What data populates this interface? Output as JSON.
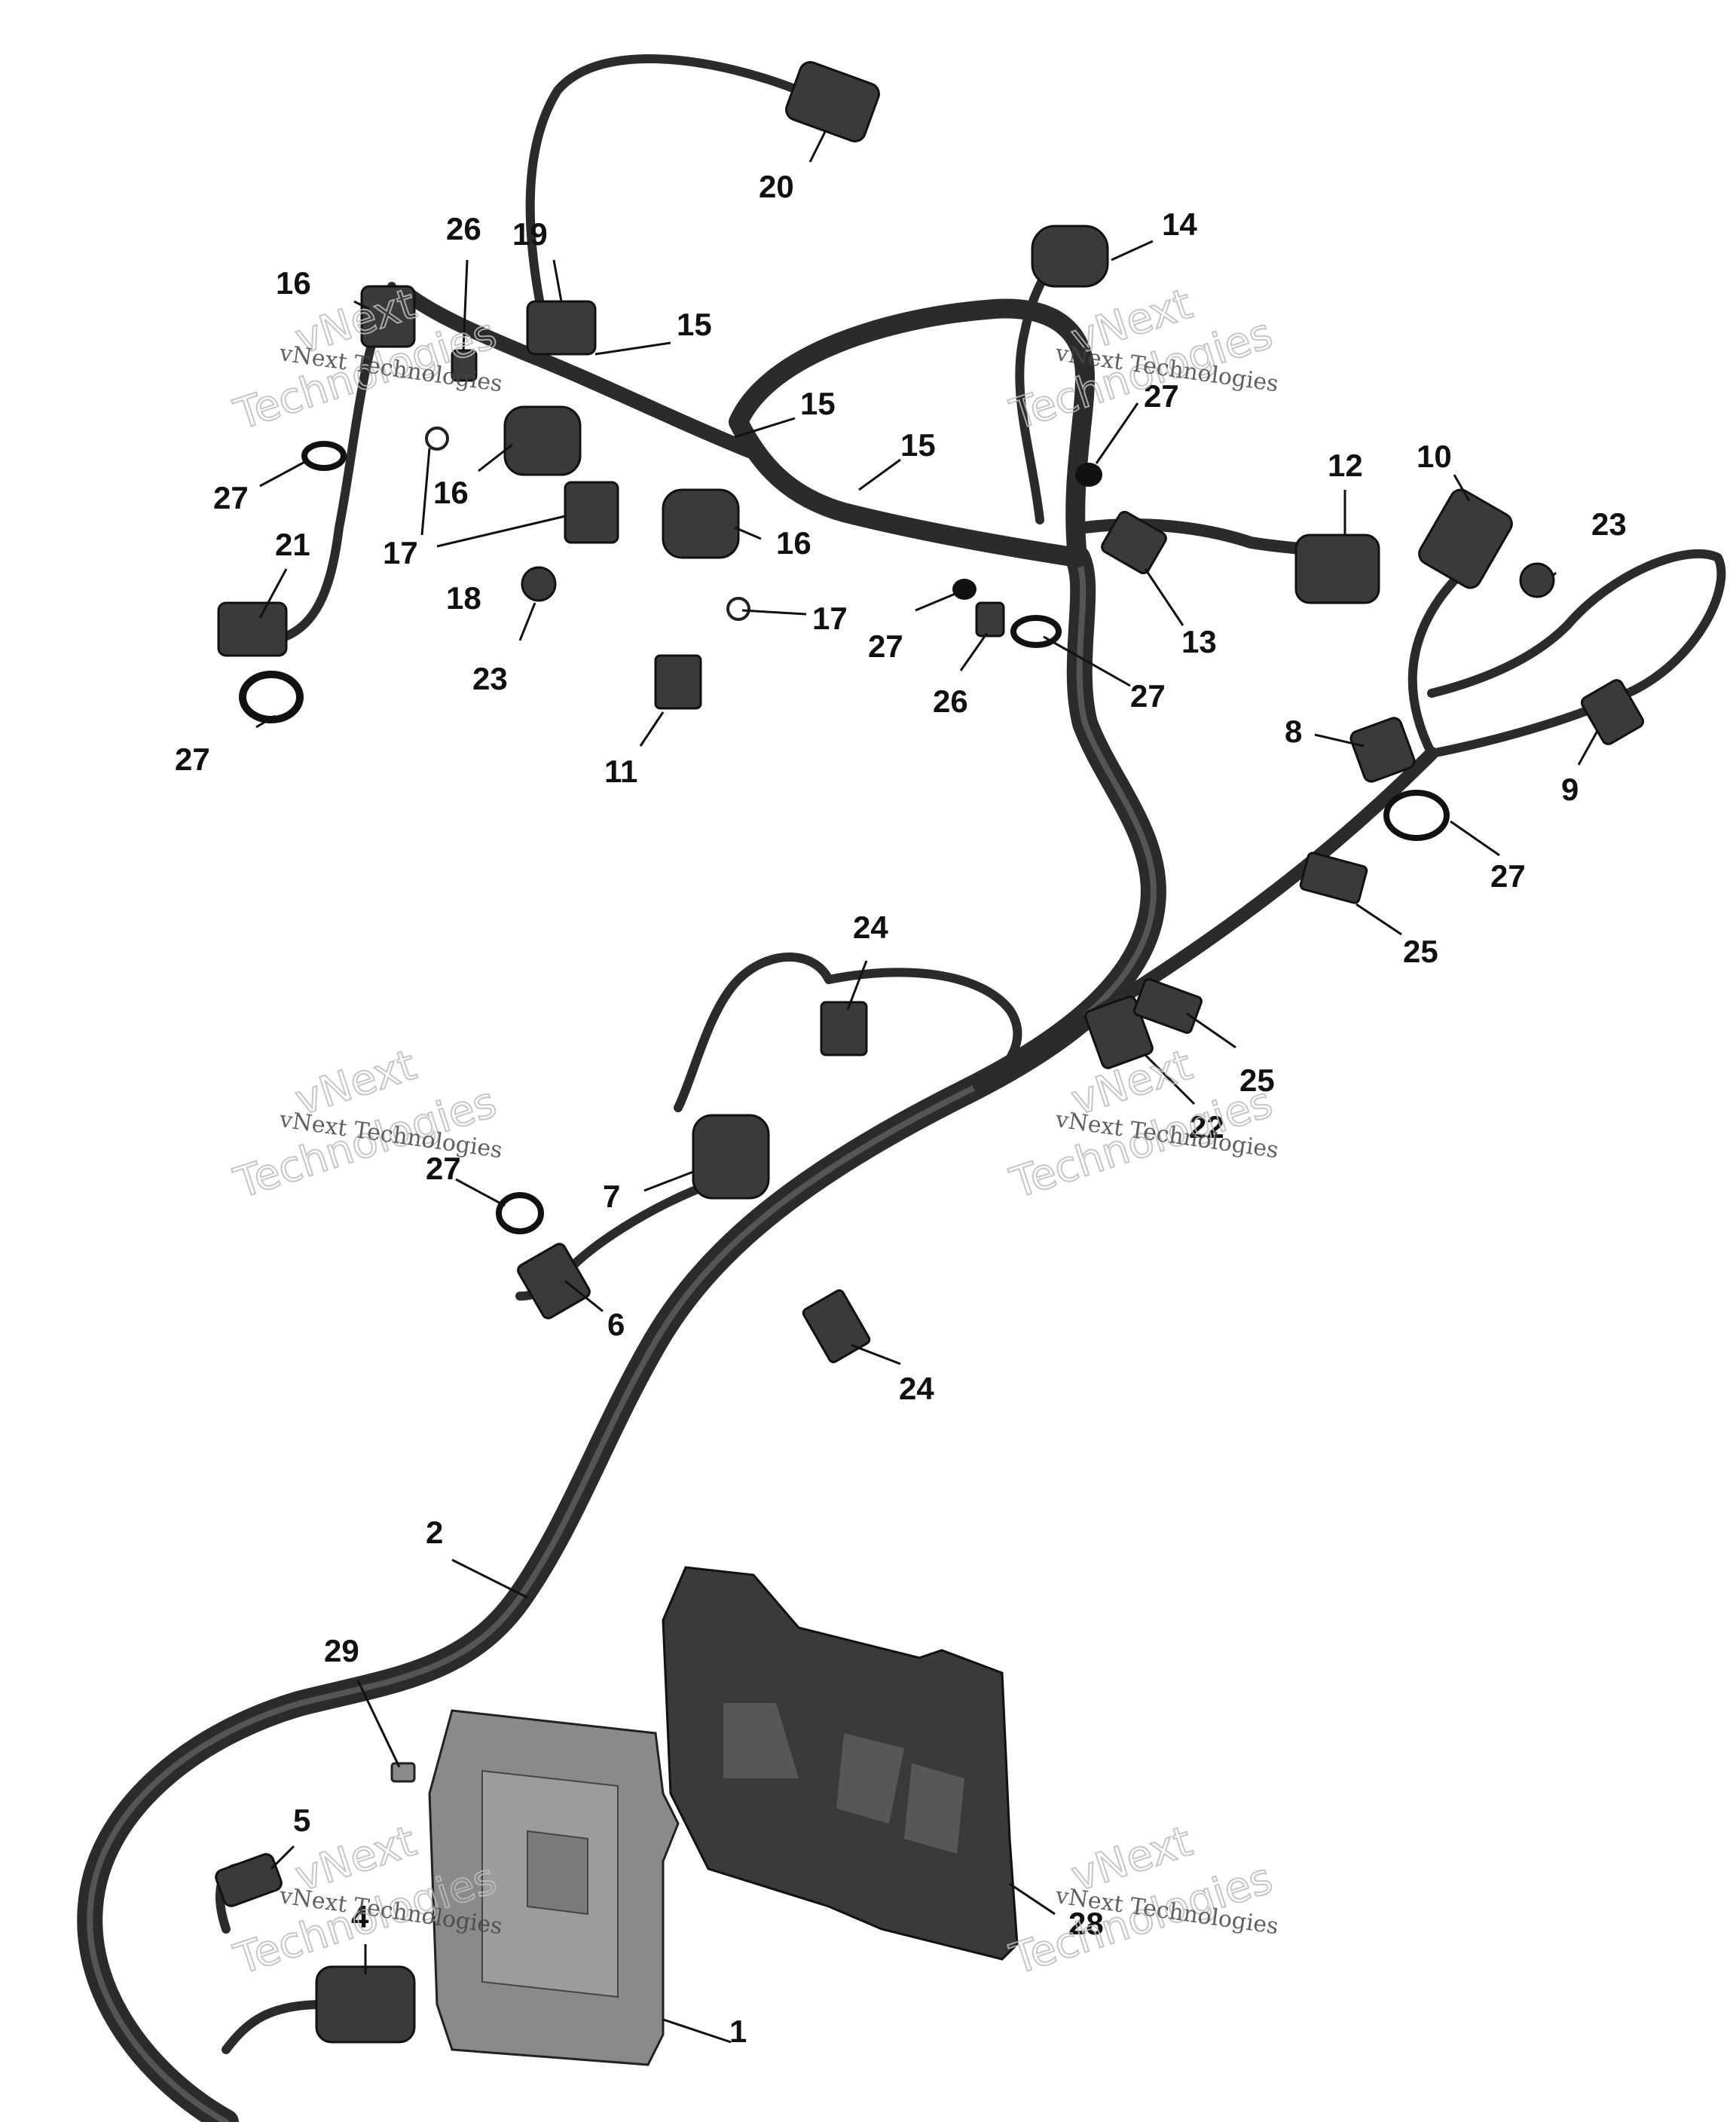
{
  "diagram": {
    "callouts": {
      "c1": "1",
      "c2": "2",
      "c4": "4",
      "c5": "5",
      "c6": "6",
      "c7": "7",
      "c8": "8",
      "c9": "9",
      "c10": "10",
      "c11": "11",
      "c12": "12",
      "c13": "13",
      "c14": "14",
      "c15a": "15",
      "c15b": "15",
      "c15c": "15",
      "c16a": "16",
      "c16b": "16",
      "c16c": "16",
      "c17a": "17",
      "c17b": "17",
      "c18": "18",
      "c19": "19",
      "c20": "20",
      "c21": "21",
      "c22": "22",
      "c23a": "23",
      "c23b": "23",
      "c24a": "24",
      "c24b": "24",
      "c25a": "25",
      "c25b": "25",
      "c26a": "26",
      "c26b": "26",
      "c27a": "27",
      "c27b": "27",
      "c27c": "27",
      "c27d": "27",
      "c27e": "27",
      "c27f": "27",
      "c27g": "27",
      "c28": "28",
      "c29": "29"
    },
    "watermark": {
      "line_small": "vNext Technologies",
      "line_big_1": "vNext",
      "line_big_2": "Technologies"
    },
    "colors": {
      "harness": "#2b2b2b",
      "part": "#3a3a3a",
      "ecu": "#8a8a8a",
      "label": "#111111",
      "watermark": "#bdbdbd"
    }
  }
}
